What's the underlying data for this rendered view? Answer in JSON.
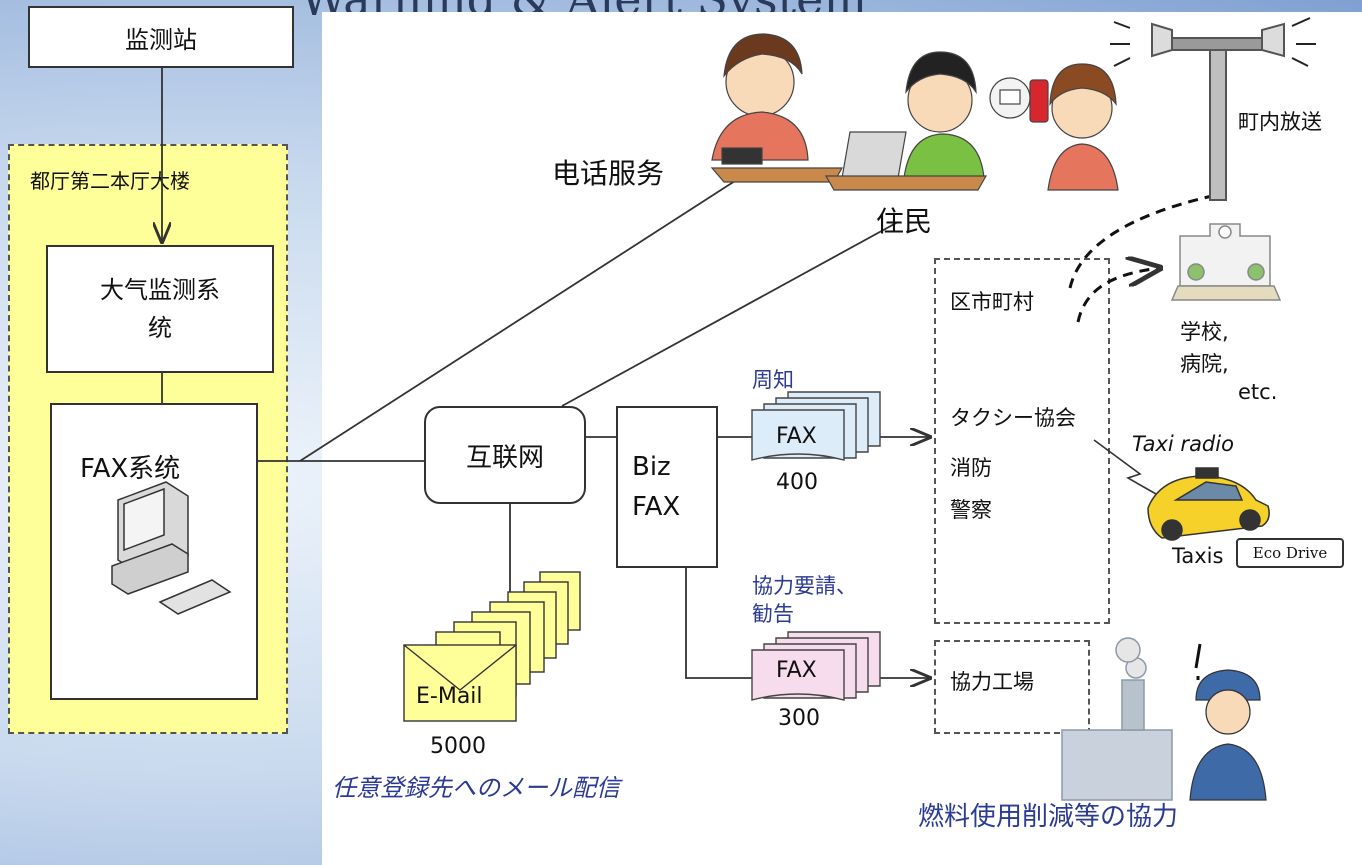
{
  "title": "Warning & Alert System",
  "station": "监测站",
  "building": "都厅第二本厅大楼",
  "air_monitor": "大气监测系统",
  "fax_system": "FAX系统",
  "internet": "互联网",
  "bizfax": [
    "Biz",
    "FAX"
  ],
  "phone_service": "电话服务",
  "residents": "住民",
  "town_broadcast": "町内放送",
  "municipalities": "区市町村",
  "schools": [
    "学校,",
    "病院,",
    "etc."
  ],
  "notify_label": "周知",
  "fax_notify": {
    "label": "FAX",
    "count": "400"
  },
  "request_label": [
    "協力要請、",
    "勧告"
  ],
  "fax_request": {
    "label": "FAX",
    "count": "300"
  },
  "organizations": [
    "タクシー協会",
    "消防",
    "警察"
  ],
  "taxi_radio": "Taxi radio",
  "taxis": "Taxis",
  "eco_drive": "Eco Drive",
  "factories": "協力工場",
  "email": {
    "label": "E-Mail",
    "count": "5000"
  },
  "email_note": "任意登録先へのメール配信",
  "fuel_note": "燃料使用削減等の協力",
  "colors": {
    "building_fill": "#ffff99",
    "fax_notify_fill": "#dcecf8",
    "fax_request_fill": "#f6dcec",
    "email_fill": "#ffff99",
    "label_blue": "#2b3a92"
  }
}
